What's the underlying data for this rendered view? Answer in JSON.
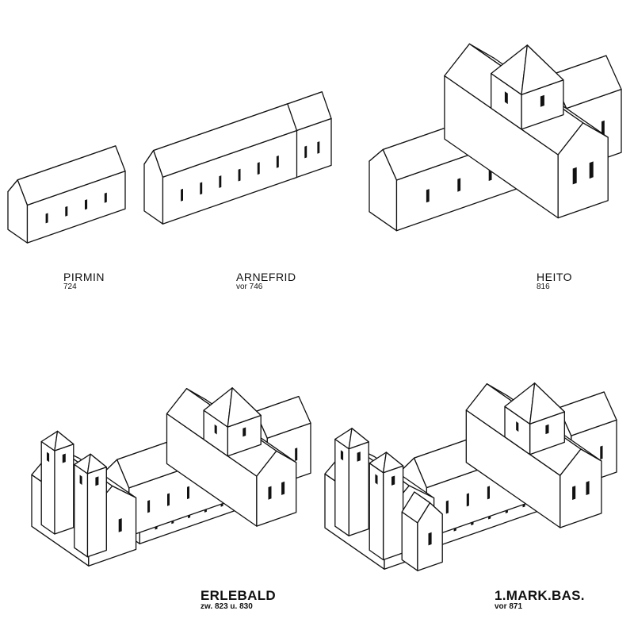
{
  "title": "Building phases of the minster (isometric reconstructions)",
  "phases": [
    {
      "name": "PIRMIN",
      "date": "724"
    },
    {
      "name": "ARNEFRID",
      "date": "vor 746"
    },
    {
      "name": "HEITO",
      "date": "816"
    },
    {
      "name": "ERLEBALD",
      "date": "zw. 823 u. 830"
    },
    {
      "name": "1.MARK.BAS.",
      "date": "vor 871"
    }
  ],
  "colors": {
    "ink": "#111111",
    "paper": "#ffffff"
  }
}
